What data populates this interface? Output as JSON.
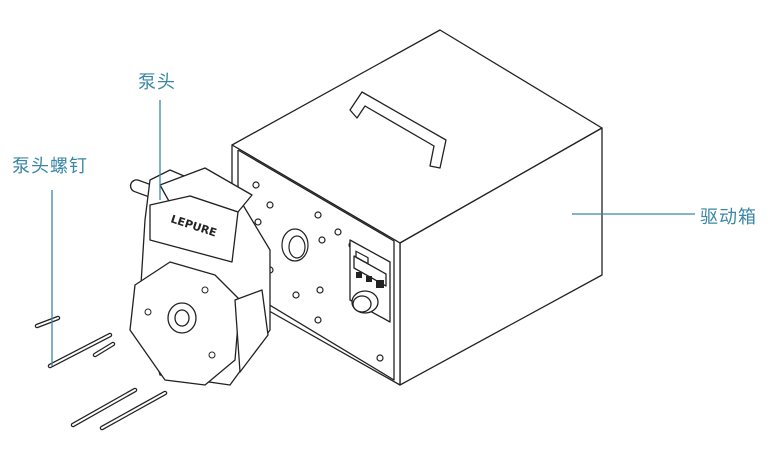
{
  "labels": {
    "pump_head": "泵头",
    "pump_head_screws": "泵头螺钉",
    "drive_box": "驱动箱"
  },
  "logo_text": "LEPURE",
  "colors": {
    "label": "#3b87a6",
    "line": "#222222"
  }
}
